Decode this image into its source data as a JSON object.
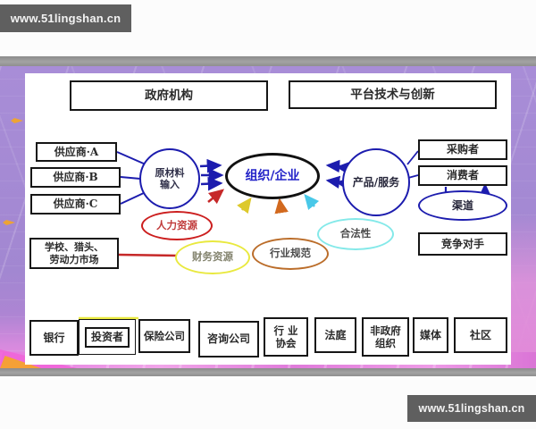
{
  "watermarks": {
    "top_left": "www.51lingshan.cn",
    "bottom_right": "www.51lingshan.cn"
  },
  "top_row": {
    "government": "政府机构",
    "platform": "平台技术与创新"
  },
  "left_column": {
    "supplier_a": "供应商·A",
    "supplier_b": "供应商·B",
    "supplier_c": "供应商·C",
    "labor_line1": "学校、猎头、",
    "labor_line2": "劳动力市场"
  },
  "center": {
    "input_line1": "原材料",
    "input_line2": "输入",
    "organization": "组织/企业",
    "product": "产品/服务"
  },
  "right_column": {
    "purchaser": "采购者",
    "consumer": "消费者",
    "channel": "渠道",
    "competitor": "竞争对手"
  },
  "environment": {
    "human_resources": "人力资源",
    "financial_resources": "财务资源",
    "industry_norms": "行业规范",
    "legality": "合法性"
  },
  "bottom_row": [
    {
      "line1": "银行",
      "line2": ""
    },
    {
      "line1": "投资者",
      "line2": ""
    },
    {
      "line1": "保险公司",
      "line2": ""
    },
    {
      "line1": "咨询公司",
      "line2": ""
    },
    {
      "line1": "行 业",
      "line2": "协会"
    },
    {
      "line1": "法庭",
      "line2": ""
    },
    {
      "line1": "非政府",
      "line2": "组织"
    },
    {
      "line1": "媒体",
      "line2": ""
    },
    {
      "line1": "社区",
      "line2": ""
    }
  ],
  "colors": {
    "navy": "#1c1cae",
    "org_text": "#2323c8",
    "red": "#c62828",
    "yellow": "#e0d52c",
    "orange": "#bb6d2a",
    "cyan": "#6fdede",
    "watermark_bg": "#5f5f5f",
    "purple": "#a58ad4",
    "pink": "#e890e2"
  }
}
